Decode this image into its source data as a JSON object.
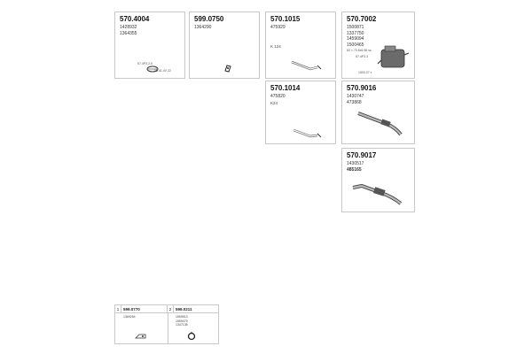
{
  "cards": [
    {
      "part_number": "570.4004",
      "refs": [
        "1428932",
        "1364355"
      ],
      "notes": [
        "57.4P3.2.5",
        "18.41.4V 22"
      ]
    },
    {
      "part_number": "599.0750",
      "refs": [
        "1364290"
      ]
    },
    {
      "part_number": "570.1015",
      "refs": [
        "475929"
      ],
      "code": "K 124"
    },
    {
      "part_number": "570.7002",
      "refs": [
        "1500871",
        "1337750",
        "1459094",
        "1500465"
      ],
      "notes": [
        "60 × 70.8x6 58 ss",
        "57.4P3.3",
        "1500.37 x"
      ]
    },
    {
      "part_number": "570.1014",
      "refs": [
        "475820"
      ],
      "code": "K24"
    },
    {
      "part_number": "570.9016",
      "refs": [
        "1430747",
        "473868"
      ]
    },
    {
      "part_number": "570.9017",
      "refs": [
        "1430517"
      ],
      "refs_bold": [
        "485165"
      ]
    }
  ],
  "mini": [
    {
      "index": "1",
      "part_number": "599.0770",
      "refs": [
        "1369254"
      ]
    },
    {
      "index": "2",
      "part_number": "599.0211",
      "refs": [
        "1559513",
        "1559479",
        "1347136"
      ]
    }
  ]
}
